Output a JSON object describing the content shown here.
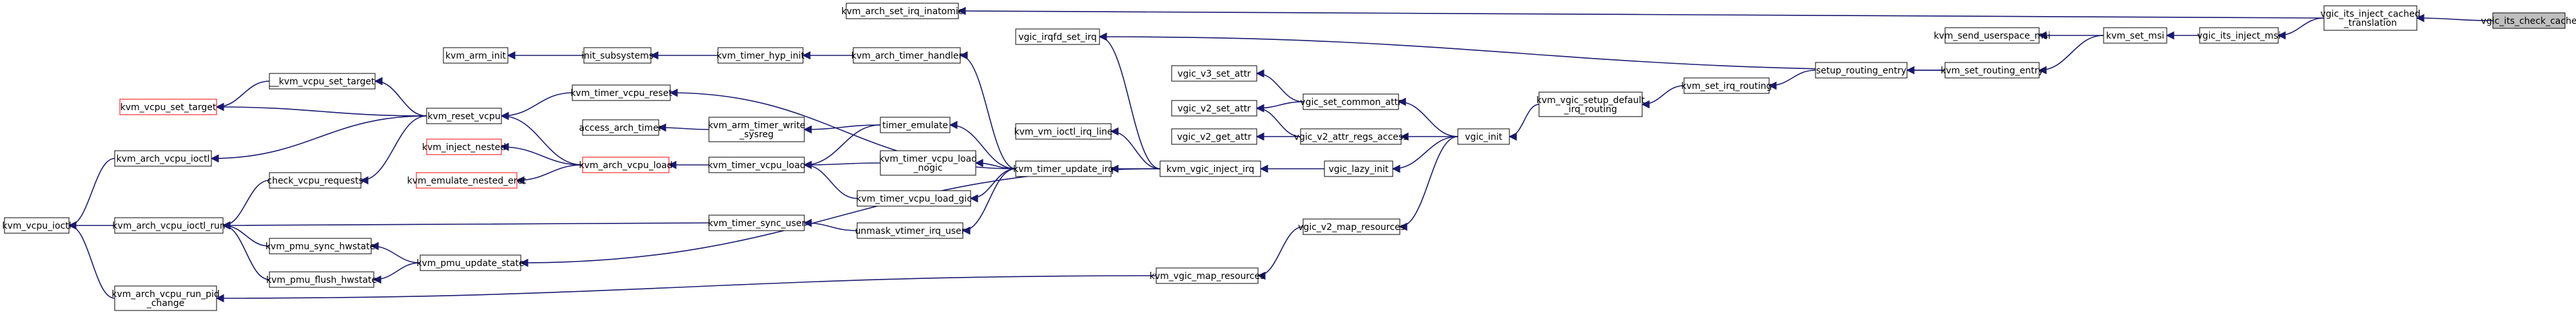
{
  "colors": {
    "edge": "#191970",
    "node_border": "#000000",
    "node_fill": "#ffffff",
    "focus_fill": "#bfbfbf",
    "incomplete_border": "#ff0000"
  },
  "nodes": [
    {
      "id": "vgic_its_check_cache",
      "lines": [
        "vgic_its_check_cache"
      ],
      "style": "focus"
    },
    {
      "id": "vgic_its_inject_cached_translation",
      "lines": [
        "vgic_its_inject_cached",
        "_translation"
      ],
      "style": "normal"
    },
    {
      "id": "vgic_its_inject_msi",
      "lines": [
        "vgic_its_inject_msi"
      ],
      "style": "normal"
    },
    {
      "id": "kvm_set_msi",
      "lines": [
        "kvm_set_msi"
      ],
      "style": "normal"
    },
    {
      "id": "kvm_send_userspace_msi",
      "lines": [
        "kvm_send_userspace_msi"
      ],
      "style": "normal"
    },
    {
      "id": "kvm_set_routing_entry",
      "lines": [
        "kvm_set_routing_entry"
      ],
      "style": "normal"
    },
    {
      "id": "setup_routing_entry",
      "lines": [
        "setup_routing_entry"
      ],
      "style": "normal"
    },
    {
      "id": "kvm_set_irq_routing",
      "lines": [
        "kvm_set_irq_routing"
      ],
      "style": "normal"
    },
    {
      "id": "kvm_vgic_setup_default_irq_routing",
      "lines": [
        "kvm_vgic_setup_default",
        "_irq_routing"
      ],
      "style": "normal"
    },
    {
      "id": "vgic_init",
      "lines": [
        "vgic_init"
      ],
      "style": "normal"
    },
    {
      "id": "vgic_set_common_attr",
      "lines": [
        "vgic_set_common_attr"
      ],
      "style": "normal"
    },
    {
      "id": "vgic_v3_set_attr",
      "lines": [
        "vgic_v3_set_attr"
      ],
      "style": "normal"
    },
    {
      "id": "vgic_v2_set_attr",
      "lines": [
        "vgic_v2_set_attr"
      ],
      "style": "normal"
    },
    {
      "id": "vgic_v2_attr_regs_access",
      "lines": [
        "vgic_v2_attr_regs_access"
      ],
      "style": "normal"
    },
    {
      "id": "vgic_v2_get_attr",
      "lines": [
        "vgic_v2_get_attr"
      ],
      "style": "normal"
    },
    {
      "id": "vgic_lazy_init",
      "lines": [
        "vgic_lazy_init"
      ],
      "style": "normal"
    },
    {
      "id": "kvm_vgic_inject_irq",
      "lines": [
        "kvm_vgic_inject_irq"
      ],
      "style": "normal"
    },
    {
      "id": "vgic_v2_map_resources",
      "lines": [
        "vgic_v2_map_resources"
      ],
      "style": "normal"
    },
    {
      "id": "kvm_vgic_map_resources",
      "lines": [
        "kvm_vgic_map_resources"
      ],
      "style": "normal"
    },
    {
      "id": "kvm_arch_set_irq_inatomic",
      "lines": [
        "kvm_arch_set_irq_inatomic"
      ],
      "style": "normal"
    },
    {
      "id": "vgic_irqfd_set_irq",
      "lines": [
        "vgic_irqfd_set_irq"
      ],
      "style": "normal"
    },
    {
      "id": "kvm_vm_ioctl_irq_line",
      "lines": [
        "kvm_vm_ioctl_irq_line"
      ],
      "style": "normal"
    },
    {
      "id": "kvm_timer_update_irq",
      "lines": [
        "kvm_timer_update_irq"
      ],
      "style": "normal"
    },
    {
      "id": "kvm_arch_timer_handler",
      "lines": [
        "kvm_arch_timer_handler"
      ],
      "style": "normal"
    },
    {
      "id": "kvm_timer_hyp_init",
      "lines": [
        "kvm_timer_hyp_init"
      ],
      "style": "normal"
    },
    {
      "id": "init_subsystems",
      "lines": [
        "init_subsystems"
      ],
      "style": "normal"
    },
    {
      "id": "kvm_arm_init",
      "lines": [
        "kvm_arm_init"
      ],
      "style": "normal"
    },
    {
      "id": "kvm_timer_vcpu_reset",
      "lines": [
        "kvm_timer_vcpu_reset"
      ],
      "style": "normal"
    },
    {
      "id": "timer_emulate",
      "lines": [
        "timer_emulate"
      ],
      "style": "normal"
    },
    {
      "id": "kvm_arm_timer_write_sysreg",
      "lines": [
        "kvm_arm_timer_write",
        "_sysreg"
      ],
      "style": "normal"
    },
    {
      "id": "access_arch_timer",
      "lines": [
        "access_arch_timer"
      ],
      "style": "normal"
    },
    {
      "id": "kvm_timer_vcpu_load",
      "lines": [
        "kvm_timer_vcpu_load"
      ],
      "style": "normal"
    },
    {
      "id": "kvm_timer_vcpu_load_nogic",
      "lines": [
        "kvm_timer_vcpu_load",
        "_nogic"
      ],
      "style": "normal"
    },
    {
      "id": "kvm_timer_vcpu_load_gic",
      "lines": [
        "kvm_timer_vcpu_load_gic"
      ],
      "style": "normal"
    },
    {
      "id": "kvm_arch_vcpu_load",
      "lines": [
        "kvm_arch_vcpu_load"
      ],
      "style": "red"
    },
    {
      "id": "kvm_inject_nested",
      "lines": [
        "kvm_inject_nested"
      ],
      "style": "red"
    },
    {
      "id": "kvm_emulate_nested_eret",
      "lines": [
        "kvm_emulate_nested_eret"
      ],
      "style": "red"
    },
    {
      "id": "kvm_reset_vcpu",
      "lines": [
        "kvm_reset_vcpu"
      ],
      "style": "normal"
    },
    {
      "id": "kvm_vcpu_set_target_u",
      "lines": [
        "__kvm_vcpu_set_target"
      ],
      "style": "normal"
    },
    {
      "id": "kvm_vcpu_set_target",
      "lines": [
        "kvm_vcpu_set_target"
      ],
      "style": "red"
    },
    {
      "id": "kvm_arch_vcpu_ioctl",
      "lines": [
        "kvm_arch_vcpu_ioctl"
      ],
      "style": "normal"
    },
    {
      "id": "check_vcpu_requests",
      "lines": [
        "check_vcpu_requests"
      ],
      "style": "normal"
    },
    {
      "id": "kvm_vcpu_ioctl",
      "lines": [
        "kvm_vcpu_ioctl"
      ],
      "style": "normal"
    },
    {
      "id": "kvm_arch_vcpu_ioctl_run",
      "lines": [
        "kvm_arch_vcpu_ioctl_run"
      ],
      "style": "normal"
    },
    {
      "id": "kvm_timer_sync_user",
      "lines": [
        "kvm_timer_sync_user"
      ],
      "style": "normal"
    },
    {
      "id": "unmask_vtimer_irq_user",
      "lines": [
        "unmask_vtimer_irq_user"
      ],
      "style": "normal"
    },
    {
      "id": "kvm_pmu_sync_hwstate",
      "lines": [
        "kvm_pmu_sync_hwstate"
      ],
      "style": "normal"
    },
    {
      "id": "kvm_pmu_flush_hwstate",
      "lines": [
        "kvm_pmu_flush_hwstate"
      ],
      "style": "normal"
    },
    {
      "id": "kvm_pmu_update_state",
      "lines": [
        "kvm_pmu_update_state"
      ],
      "style": "normal"
    },
    {
      "id": "kvm_arch_vcpu_run_pid_change",
      "lines": [
        "kvm_arch_vcpu_run_pid",
        "_change"
      ],
      "style": "normal"
    }
  ],
  "edges": [
    [
      "vgic_its_check_cache",
      "vgic_its_inject_cached_translation"
    ],
    [
      "vgic_its_inject_cached_translation",
      "vgic_its_inject_msi"
    ],
    [
      "vgic_its_inject_cached_translation",
      "kvm_arch_set_irq_inatomic"
    ],
    [
      "vgic_its_inject_msi",
      "kvm_set_msi"
    ],
    [
      "kvm_set_msi",
      "kvm_send_userspace_msi"
    ],
    [
      "kvm_set_msi",
      "kvm_set_routing_entry"
    ],
    [
      "kvm_set_routing_entry",
      "setup_routing_entry"
    ],
    [
      "kvm_set_routing_entry",
      "vgic_irqfd_set_irq"
    ],
    [
      "setup_routing_entry",
      "kvm_set_irq_routing"
    ],
    [
      "kvm_set_irq_routing",
      "kvm_vgic_setup_default_irq_routing"
    ],
    [
      "kvm_vgic_setup_default_irq_routing",
      "vgic_init"
    ],
    [
      "vgic_init",
      "vgic_set_common_attr"
    ],
    [
      "vgic_init",
      "vgic_v2_attr_regs_access"
    ],
    [
      "vgic_init",
      "vgic_lazy_init"
    ],
    [
      "vgic_init",
      "vgic_v2_map_resources"
    ],
    [
      "vgic_set_common_attr",
      "vgic_v3_set_attr"
    ],
    [
      "vgic_set_common_attr",
      "vgic_v2_set_attr"
    ],
    [
      "vgic_v2_attr_regs_access",
      "vgic_v2_set_attr"
    ],
    [
      "vgic_v2_attr_regs_access",
      "vgic_v2_get_attr"
    ],
    [
      "vgic_lazy_init",
      "kvm_vgic_inject_irq"
    ],
    [
      "vgic_v2_map_resources",
      "kvm_vgic_map_resources"
    ],
    [
      "kvm_vgic_map_resources",
      "kvm_arch_vcpu_run_pid_change"
    ],
    [
      "kvm_vgic_inject_irq",
      "vgic_irqfd_set_irq"
    ],
    [
      "kvm_vgic_inject_irq",
      "kvm_vm_ioctl_irq_line"
    ],
    [
      "kvm_vgic_inject_irq",
      "kvm_timer_update_irq"
    ],
    [
      "kvm_vgic_inject_irq",
      "kvm_pmu_update_state"
    ],
    [
      "kvm_timer_update_irq",
      "kvm_arch_timer_handler"
    ],
    [
      "kvm_timer_update_irq",
      "kvm_timer_vcpu_reset"
    ],
    [
      "kvm_timer_update_irq",
      "timer_emulate"
    ],
    [
      "kvm_timer_update_irq",
      "kvm_timer_vcpu_load_nogic"
    ],
    [
      "kvm_timer_update_irq",
      "kvm_timer_vcpu_load_gic"
    ],
    [
      "kvm_timer_update_irq",
      "unmask_vtimer_irq_user"
    ],
    [
      "kvm_arch_timer_handler",
      "kvm_timer_hyp_init"
    ],
    [
      "kvm_timer_hyp_init",
      "init_subsystems"
    ],
    [
      "init_subsystems",
      "kvm_arm_init"
    ],
    [
      "timer_emulate",
      "kvm_arm_timer_write_sysreg"
    ],
    [
      "timer_emulate",
      "kvm_timer_vcpu_load"
    ],
    [
      "kvm_arm_timer_write_sysreg",
      "access_arch_timer"
    ],
    [
      "kvm_timer_vcpu_load_nogic",
      "kvm_timer_vcpu_load"
    ],
    [
      "kvm_timer_vcpu_load_gic",
      "kvm_timer_vcpu_load"
    ],
    [
      "kvm_timer_vcpu_load",
      "kvm_arch_vcpu_load"
    ],
    [
      "kvm_arch_vcpu_load",
      "kvm_reset_vcpu"
    ],
    [
      "kvm_arch_vcpu_load",
      "kvm_inject_nested"
    ],
    [
      "kvm_arch_vcpu_load",
      "kvm_emulate_nested_eret"
    ],
    [
      "kvm_timer_vcpu_reset",
      "kvm_reset_vcpu"
    ],
    [
      "kvm_reset_vcpu",
      "kvm_vcpu_set_target_u"
    ],
    [
      "kvm_reset_vcpu",
      "kvm_vcpu_set_target"
    ],
    [
      "kvm_reset_vcpu",
      "kvm_arch_vcpu_ioctl"
    ],
    [
      "kvm_reset_vcpu",
      "check_vcpu_requests"
    ],
    [
      "kvm_vcpu_set_target_u",
      "kvm_vcpu_set_target"
    ],
    [
      "kvm_arch_vcpu_ioctl",
      "kvm_vcpu_ioctl"
    ],
    [
      "check_vcpu_requests",
      "kvm_arch_vcpu_ioctl_run"
    ],
    [
      "kvm_arch_vcpu_ioctl_run",
      "kvm_vcpu_ioctl"
    ],
    [
      "unmask_vtimer_irq_user",
      "kvm_timer_sync_user"
    ],
    [
      "kvm_timer_sync_user",
      "kvm_arch_vcpu_ioctl_run"
    ],
    [
      "kvm_pmu_update_state",
      "kvm_pmu_sync_hwstate"
    ],
    [
      "kvm_pmu_update_state",
      "kvm_pmu_flush_hwstate"
    ],
    [
      "kvm_pmu_sync_hwstate",
      "kvm_arch_vcpu_ioctl_run"
    ],
    [
      "kvm_pmu_flush_hwstate",
      "kvm_arch_vcpu_ioctl_run"
    ],
    [
      "kvm_arch_vcpu_run_pid_change",
      "kvm_vcpu_ioctl"
    ]
  ]
}
